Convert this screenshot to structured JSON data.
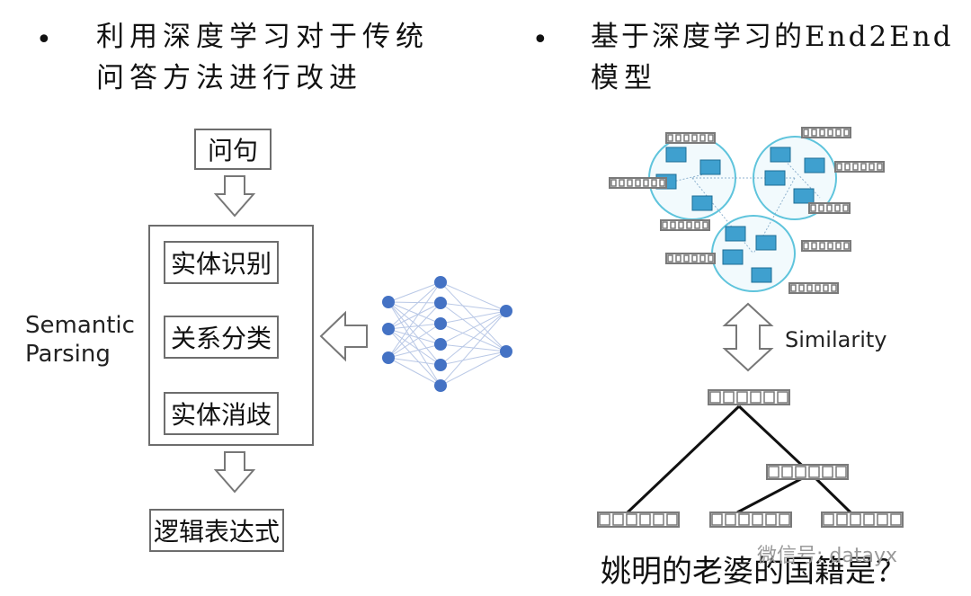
{
  "left": {
    "bullet": "•",
    "heading_line1": "利用深度学习对于传统",
    "heading_line2": "问答方法进行改进",
    "question_box": "问句",
    "steps": [
      "实体识别",
      "关系分类",
      "实体消歧"
    ],
    "group_label_line1": "Semantic",
    "group_label_line2": "Parsing",
    "output_box": "逻辑表达式",
    "nn_icon": "neural-network-icon",
    "arrow_icons": [
      "hollow-down-arrow",
      "hollow-left-arrow"
    ]
  },
  "right": {
    "bullet": "•",
    "heading_line1": "基于深度学习的End2End",
    "heading_line2": "模型",
    "similarity_label": "Similarity",
    "question": "姚明的老婆的国籍是？",
    "kg_icon": "knowledge-graph-icon",
    "tree_icon": "parse-tree-icon"
  },
  "watermark": "微信号: datayx",
  "colors": {
    "box_border": "#6d6d6d",
    "node_blue": "#4472c4",
    "cluster_cyan": "#5fc4dc",
    "vector_gray": "#7a7a7a"
  }
}
